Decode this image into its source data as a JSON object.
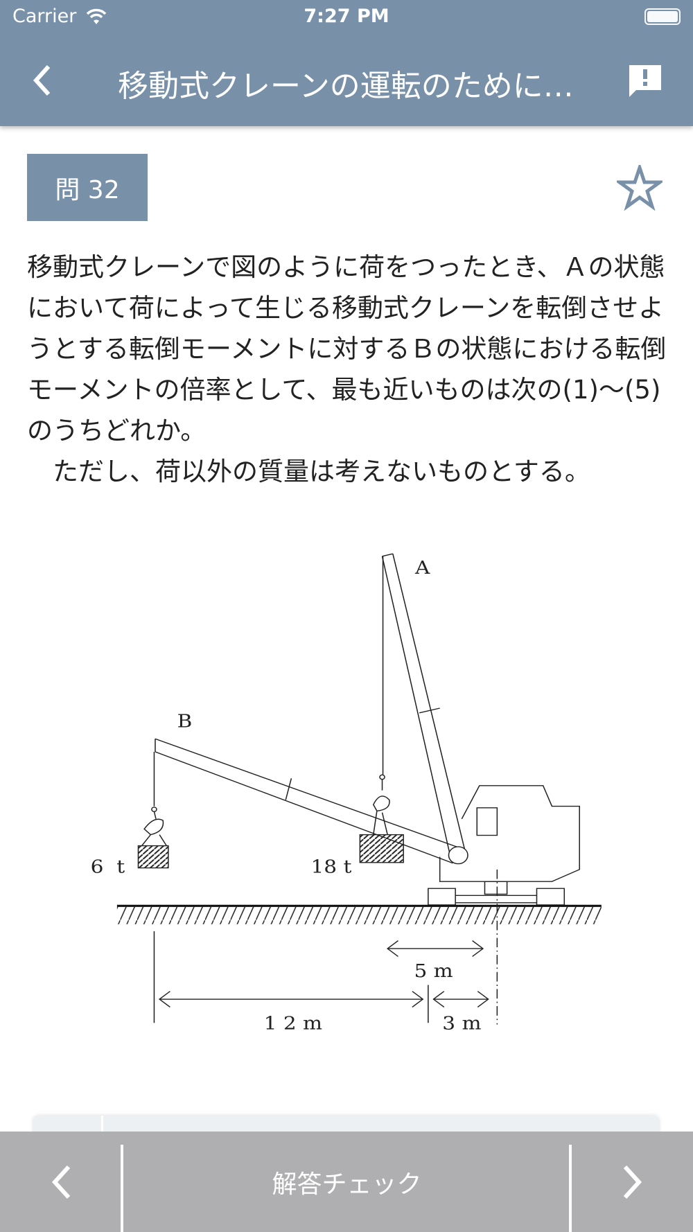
{
  "status_bar": {
    "carrier": "Carrier",
    "time": "7:27 PM"
  },
  "header": {
    "title": "移動式クレーンの運転のために…"
  },
  "question": {
    "number_label": "問 32",
    "text": "移動式クレーンで図のように荷をつったとき、Ａの状態において荷によって生じる移動式クレーンを転倒させようとする転倒モーメントに対するＢの状態における転倒モーメントの倍率として、最も近いものは次の(1)〜(5)のうちどれか。\n　ただし、荷以外の質量は考えないものとする。"
  },
  "diagram": {
    "label_a": "A",
    "label_b": "B",
    "load_b": "6  t",
    "load_a": "18 t",
    "dim_5": "5 m",
    "dim_12": "1 2 m",
    "dim_3": "3 m"
  },
  "bottom_bar": {
    "check_label": "解答チェック"
  },
  "colors": {
    "primary": "#7891a9",
    "bottom_bar": "#afafb1"
  }
}
